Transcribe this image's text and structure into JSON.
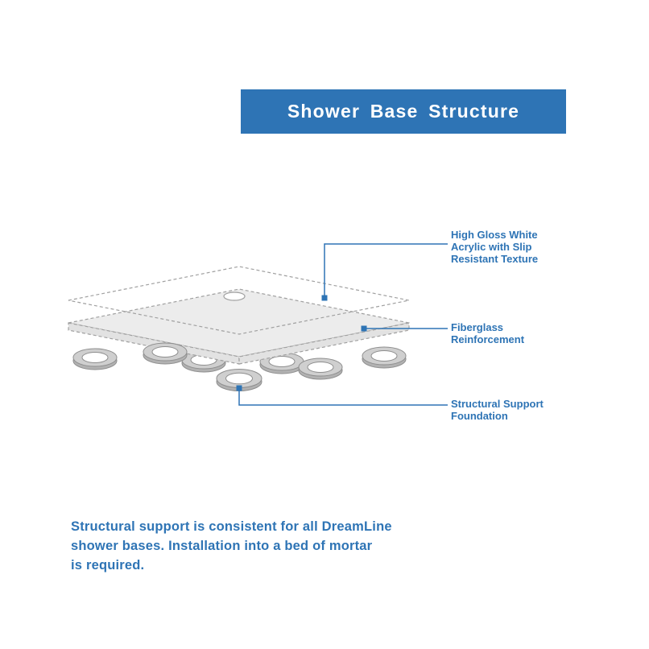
{
  "header": {
    "title": "Shower Base Structure"
  },
  "diagram": {
    "callouts": [
      {
        "target": "acrylic-top-layer",
        "label": "High Gloss White Acrylic with Slip Resistant Texture",
        "lines": [
          "High Gloss White",
          "Acrylic with Slip",
          "Resistant Texture"
        ]
      },
      {
        "target": "fiberglass-layer",
        "label": "Fiberglass Reinforcement",
        "lines": [
          "Fiberglass",
          "Reinforcement"
        ]
      },
      {
        "target": "support-foundation",
        "label": "Structural Support Foundation",
        "lines": [
          "Structural Support",
          "Foundation"
        ]
      }
    ]
  },
  "footer": {
    "note": "Structural support is consistent for all DreamLine shower bases. Installation into a bed of mortar is required.",
    "lines": [
      "Structural support is consistent for all DreamLine",
      "shower bases. Installation into a bed of mortar",
      "is required."
    ]
  },
  "colors": {
    "accent_blue": "#2e74b5",
    "banner_text": "#ffffff",
    "diagram_line_gray": "#a0a0a0",
    "slab_fill": "#ececec",
    "ring_fill": "#cfcfcf"
  }
}
